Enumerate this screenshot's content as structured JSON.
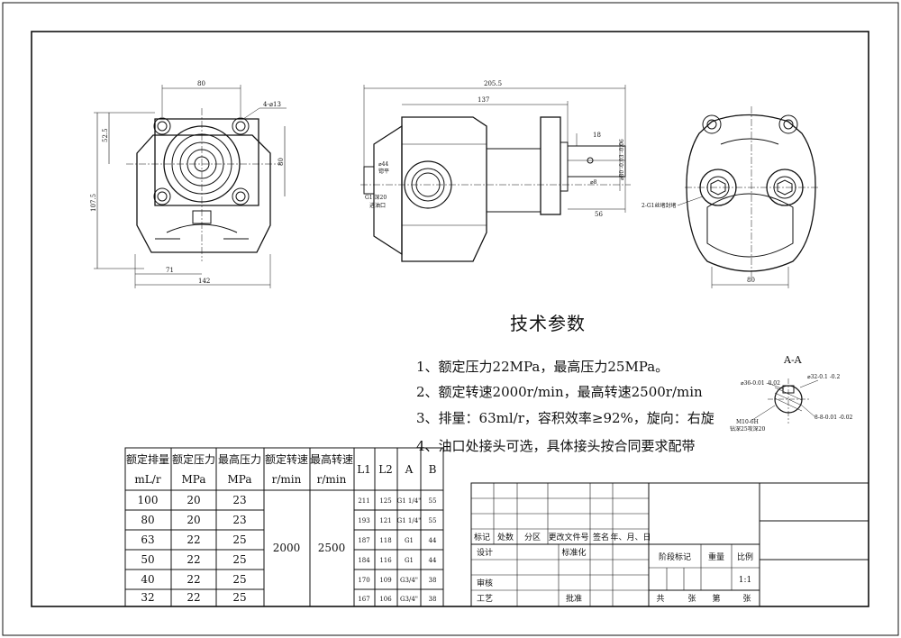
{
  "front_view": {
    "dim_width_top": "80",
    "dim_height_left": "52.5",
    "dim_height_full": "107.5",
    "dim_height_right": "80",
    "dim_bottom_left": "71",
    "dim_bottom_total": "142",
    "bolt_label": "4-⌀13"
  },
  "side_view": {
    "dim_total": "205.5",
    "dim_mid": "137",
    "dim_shaft": "56",
    "dim_key": "18",
    "dim_pilot": "⌀80 -0.03 -0.06",
    "dim_shaft_small": "⌀8",
    "port_label_1": "⌀44",
    "port_label_2": "锪平",
    "port_label_3": "G1 深20",
    "port_label_4": "进油口"
  },
  "rear_view": {
    "port_label": "2-G1丝堵封堵",
    "dim_bottom": "80"
  },
  "section_view": {
    "title": "A-A",
    "dim_outer": "⌀36-0.01 -0.02",
    "dim_inner": "⌀32-0.1 -0.2",
    "thread_label_1": "M10-6H",
    "thread_label_2": "钻深25攻深20",
    "key_label": "8-8-0.01 -0.02"
  },
  "tech": {
    "title": "技术参数",
    "notes": [
      "1、额定压力22MPa，最高压力25MPa。",
      "2、额定转速2000r/min，最高转速2500r/min",
      "3、排量：63ml/r，容积效率≥92%，旋向：右旋",
      "4、油口处接头可选，具体接头按合同要求配带"
    ]
  },
  "spec_table": {
    "headers": [
      "额定排量",
      "额定压力",
      "最高压力",
      "额定转速",
      "最高转速",
      "L1",
      "L2",
      "A",
      "B"
    ],
    "units": [
      "mL/r",
      "MPa",
      "MPa",
      "r/min",
      "r/min"
    ],
    "rows": [
      [
        "100",
        "20",
        "23",
        "211",
        "125",
        "G1 1/4\"",
        "55"
      ],
      [
        "80",
        "20",
        "23",
        "193",
        "121",
        "G1 1/4\"",
        "55"
      ],
      [
        "63",
        "22",
        "25",
        "187",
        "118",
        "G1",
        "44"
      ],
      [
        "50",
        "22",
        "25",
        "184",
        "116",
        "G1",
        "44"
      ],
      [
        "40",
        "22",
        "25",
        "170",
        "109",
        "G3/4\"",
        "38"
      ],
      [
        "32",
        "22",
        "25",
        "167",
        "106",
        "G3/4\"",
        "38"
      ]
    ],
    "rated_speed": "2000",
    "max_speed": "2500"
  },
  "title_block": {
    "mark": "标记",
    "count": "处数",
    "zone": "分区",
    "change_doc": "更改文件号",
    "sign": "签名",
    "date": "年、月、日",
    "design": "设计",
    "standard": "标准化",
    "stage": "阶段标记",
    "weight": "重量",
    "scale_label": "比例",
    "scale_value": "1:1",
    "review": "审核",
    "process": "工艺",
    "approve": "批准",
    "total": "共",
    "sheet_unit": "张",
    "page": "第",
    "sheet_unit2": "张"
  }
}
